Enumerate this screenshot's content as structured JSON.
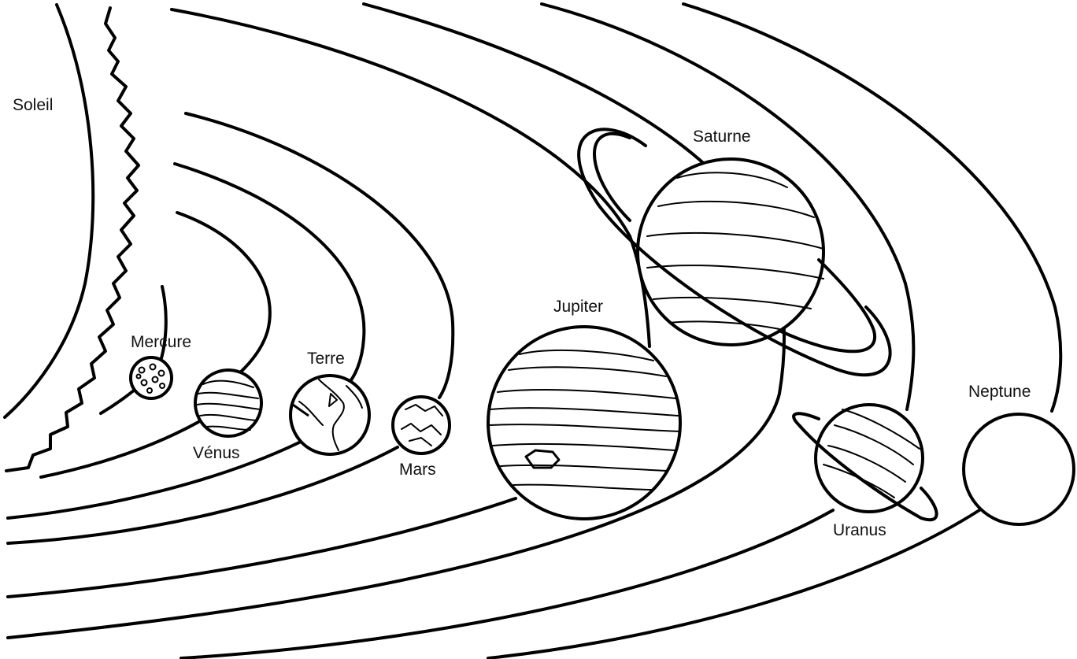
{
  "diagram": {
    "labels": {
      "sun": "Soleil",
      "mercury": "Mercure",
      "venus": "Vénus",
      "earth": "Terre",
      "mars": "Mars",
      "jupiter": "Jupiter",
      "saturn": "Saturne",
      "uranus": "Uranus",
      "neptune": "Neptune"
    },
    "colors": {
      "line": "#000000",
      "background": "#ffffff"
    }
  }
}
